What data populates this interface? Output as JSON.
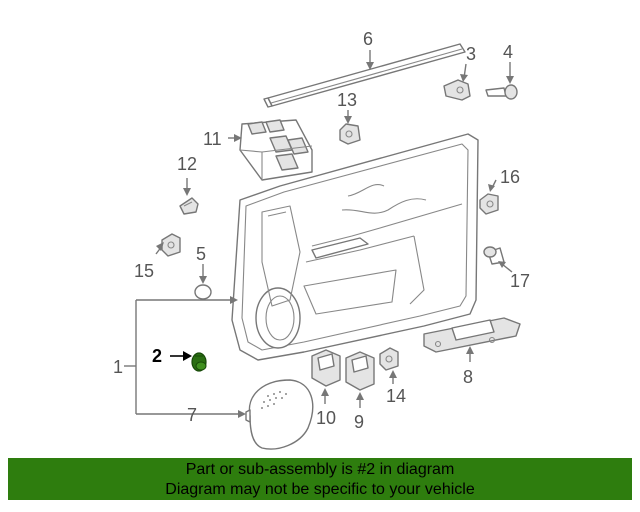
{
  "callouts": {
    "c1": "1",
    "c2": "2",
    "c3": "3",
    "c4": "4",
    "c5": "5",
    "c6": "6",
    "c7": "7",
    "c8": "8",
    "c9": "9",
    "c10": "10",
    "c11": "11",
    "c12": "12",
    "c13": "13",
    "c14": "14",
    "c15": "15",
    "c16": "16",
    "c17": "17"
  },
  "highlighted_part": "2",
  "banner": {
    "line1": "Part or sub-assembly is #2 in diagram",
    "line2": "Diagram may not be specific to your vehicle"
  },
  "colors": {
    "banner_background": "#2e7d0e",
    "highlight_part": "#2a6e12",
    "line_art": "#777777"
  }
}
